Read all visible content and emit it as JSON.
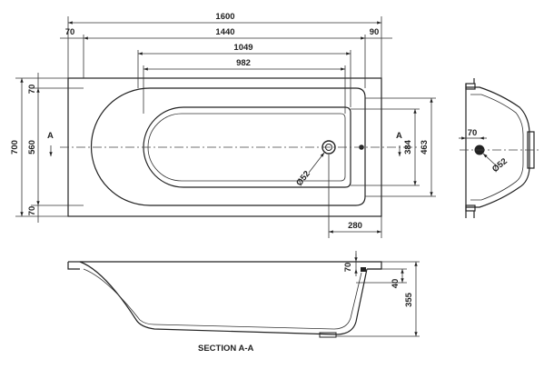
{
  "plan_dims": {
    "overall_length": "1600",
    "left_rim": "70",
    "inner_length": "1440",
    "right_rim": "90",
    "bowl_length": "1049",
    "bowl_floor_length": "982",
    "overall_width": "700",
    "rim_top": "70",
    "inner_width": "560",
    "rim_bottom": "70",
    "bowl_width": "384",
    "bowl_outer_width": "463",
    "waste_offset": "280",
    "waste_diameter": "Ø52",
    "section_marker_left": "A",
    "section_marker_right": "A"
  },
  "end_view_dims": {
    "rim": "70",
    "waste_diameter": "Ø52"
  },
  "section_dims": {
    "rim": "70",
    "step": "40",
    "depth": "355"
  },
  "section_title": "SECTION A-A"
}
